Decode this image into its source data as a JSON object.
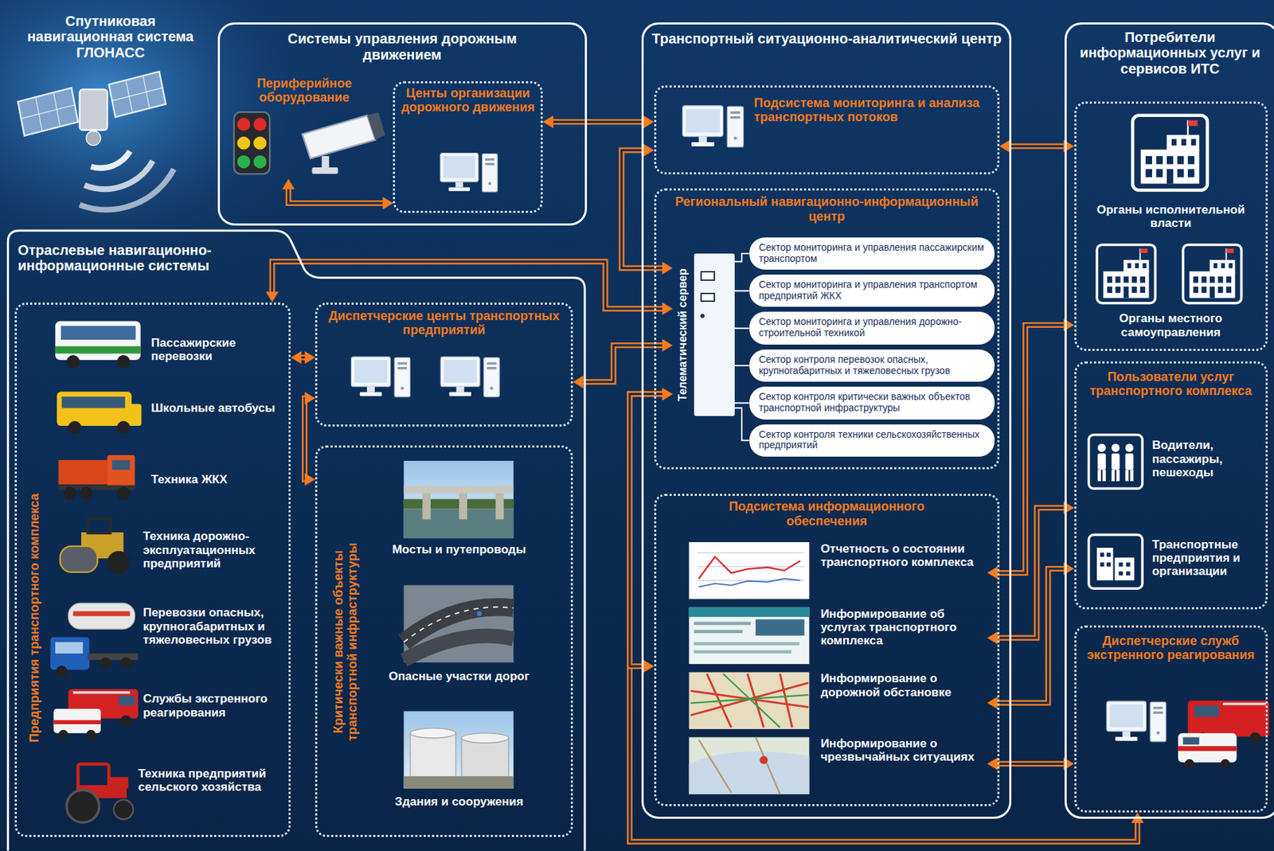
{
  "diagram": {
    "nodes": [
      {
        "text": [
          "Спутниковая навигационная система ГЛОНАСС"
        ]
      },
      {
        "text": [
          "Системы управления дорожным движением"
        ]
      },
      {
        "text": [
          "Периферийное оборудование"
        ],
        "in": 1
      },
      {
        "text": [
          "Центы организации дорожного движения"
        ],
        "in": 1
      },
      {
        "text": [
          "Отраслевые навигационно-информационные системы"
        ]
      },
      {
        "text": [
          "Предприятия транспортного комплекса"
        ],
        "in": 4
      },
      {
        "text": [
          "Диспетчерские центы транспортных предприятий"
        ],
        "in": 4
      },
      {
        "text": [
          "Критически важные объекты транспортной инфраструктуры"
        ],
        "in": 4
      },
      {
        "text": [
          "Транспортный ситуационно-аналитический центр"
        ]
      },
      {
        "text": [
          "Подсистема мониторинга и анализа транспортных потоков"
        ],
        "in": 8
      },
      {
        "text": [
          "Региональный навигационно-информационный центр"
        ],
        "in": 8
      },
      {
        "text": [
          "Телематический сервер"
        ],
        "in": 10
      },
      {
        "text": [
          "Сектор мониторинга и управления пассажирским транспортом"
        ],
        "in": 10
      },
      {
        "text": [
          "Сектор мониторинга и управления транспортом предприятий ЖКХ"
        ],
        "in": 10
      },
      {
        "text": [
          "Сектор мониторинга и управления дорожно-строительной техникой"
        ],
        "in": 10
      },
      {
        "text": [
          "Сектор контроля перевозок опасных, крупногабаритных и тяжеловесных грузов"
        ],
        "in": 10
      },
      {
        "text": [
          "Сектор контроля критически важных объектов транспортной инфраструктуры"
        ],
        "in": 10
      },
      {
        "text": [
          "Сектор контроля техники сельскохозяйственных предприятий"
        ],
        "in": 10
      },
      {
        "text": [
          "Подсистема информационного обеспечения"
        ],
        "in": 8
      },
      {
        "text": [
          "Отчетность о состоянии транспортного комплекса"
        ],
        "in": 18
      },
      {
        "text": [
          "Информирование об услугах транспортного комплекса"
        ],
        "in": 18
      },
      {
        "text": [
          "Информирование о дорожной обстановке"
        ],
        "in": 18
      },
      {
        "text": [
          "Информирование о чрезвычайных ситуациях"
        ],
        "in": 18
      },
      {
        "text": [
          "Потребители информационных услуг и сервисов ИТС"
        ]
      },
      {
        "text": [
          "Органы исполнительной власти",
          "Органы местного самоуправления"
        ],
        "in": 23
      },
      {
        "text": [
          "Пользователи услуг транспортного комплекса",
          "Водители, пассажиры, пешеходы",
          "Транспортные предприятия и организации"
        ],
        "in": 23
      },
      {
        "text": [
          "Диспетчерские служб экстренного реагирования"
        ],
        "in": 23
      }
    ],
    "edges": [
      {
        "from": 2,
        "to": 3,
        "arrow": "both"
      },
      {
        "from": 3,
        "to": 9,
        "arrow": "both"
      },
      {
        "from": 9,
        "to": 11,
        "arrow": "both"
      },
      {
        "from": 5,
        "to": 11,
        "arrow": "both"
      },
      {
        "from": 5,
        "to": 6,
        "arrow": "both"
      },
      {
        "from": 6,
        "to": 11,
        "arrow": "both"
      },
      {
        "from": 6,
        "to": 7,
        "arrow": "both"
      },
      {
        "from": 11,
        "to": 26,
        "arrow": "both"
      },
      {
        "from": 11,
        "to": 18,
        "arrow": "both"
      },
      {
        "from": 9,
        "to": 24,
        "arrow": "both"
      },
      {
        "from": 19,
        "to": 24,
        "arrow": "both"
      },
      {
        "from": 20,
        "to": 25,
        "arrow": "both"
      },
      {
        "from": 21,
        "to": 25,
        "arrow": "both"
      },
      {
        "from": 22,
        "to": 26,
        "arrow": "both"
      },
      {
        "from": 11,
        "to": 12,
        "arrow": "none"
      },
      {
        "from": 11,
        "to": 13,
        "arrow": "none"
      },
      {
        "from": 11,
        "to": 14,
        "arrow": "none"
      },
      {
        "from": 11,
        "to": 15,
        "arrow": "none"
      },
      {
        "from": 11,
        "to": 16,
        "arrow": "none"
      },
      {
        "from": 11,
        "to": 17,
        "arrow": "none"
      }
    ],
    "labels": [
      "Пассажирские перевозки",
      "Школьные автобусы",
      "Техника ЖКХ",
      "Техника дорожно-эксплуатационных предприятий",
      "Перевозки опасных, крупногабаритных и тяжеловесных грузов",
      "Службы экстренного реагирования",
      "Техника предприятий сельского хозяйства",
      "Мосты и путепроводы",
      "Опасные участки дорог",
      "Здания и сооружения"
    ]
  }
}
